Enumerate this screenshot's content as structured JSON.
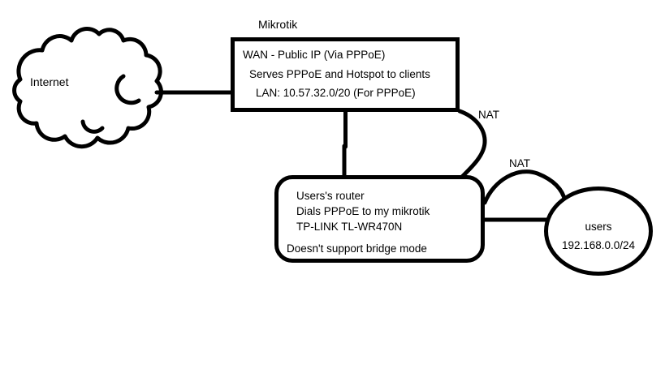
{
  "diagram": {
    "internet_cloud": {
      "label": "Internet"
    },
    "mikrotik": {
      "title": "Mikrotik",
      "lines": [
        "WAN - Public IP (Via PPPoE)",
        "Serves PPPoE and Hotspot to clients",
        "LAN: 10.57.32.0/20 (For PPPoE)"
      ]
    },
    "users_router": {
      "lines": [
        "Users's router",
        "Dials PPPoE to my mikrotik",
        "TP-LINK TL-WR470N"
      ],
      "note": "Doesn't support bridge mode"
    },
    "users_network": {
      "label": "users",
      "subnet": "192.168.0.0/24"
    },
    "nat_label_mikrotik_to_router": "NAT",
    "nat_label_router_to_users": "NAT",
    "colors": {
      "stroke": "#000000",
      "background": "#ffffff"
    }
  }
}
